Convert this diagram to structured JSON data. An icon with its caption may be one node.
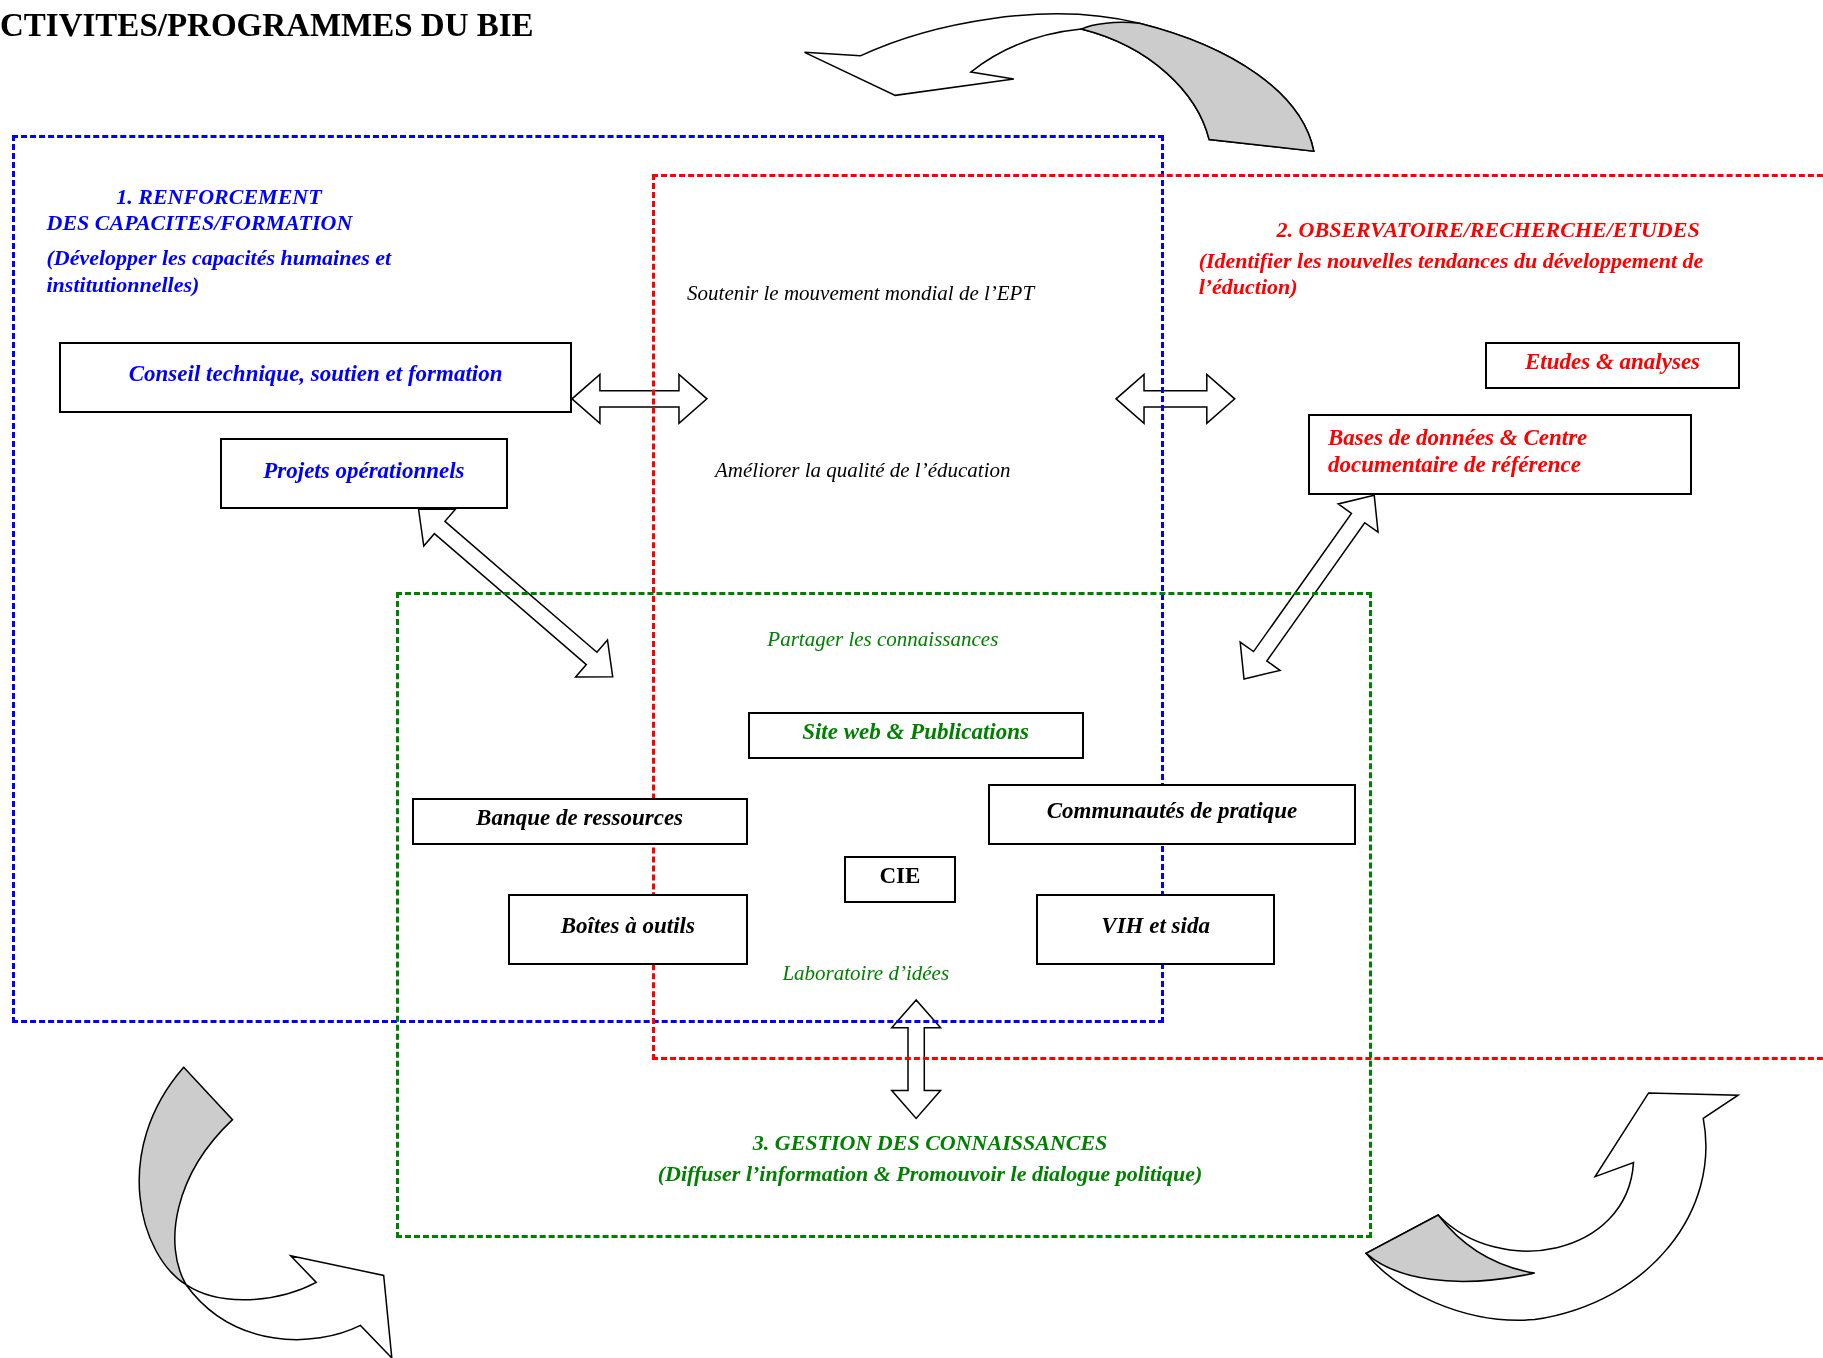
{
  "diagram": {
    "title": "CTIVITES/PROGRAMMES DU BIE",
    "nodes": [
      {
        "text": [
          "1. RENFORCEMENT DES CAPACITES/FORMATION",
          "(Développer les capacités humaines et institutionnelles)"
        ]
      },
      {
        "text": [
          "Conseil technique, soutien et formation"
        ],
        "in": 0
      },
      {
        "text": [
          "Projets opérationnels"
        ],
        "in": 0
      },
      {
        "text": [
          "2. OBSERVATOIRE/RECHERCHE/ETUDES",
          "(Identifier les nouvelles tendances du développement de l’éduction)"
        ]
      },
      {
        "text": [
          "Etudes & analyses"
        ],
        "in": 3
      },
      {
        "text": [
          "Bases de données & Centre documentaire de référence"
        ],
        "in": 3
      },
      {
        "text": [
          "3. GESTION DES CONNAISSANCES",
          "(Diffuser l’information & Promouvoir le dialogue politique)"
        ]
      },
      {
        "text": [
          "Site web & Publications"
        ]
      },
      {
        "text": [
          "Banque de ressources"
        ]
      },
      {
        "text": [
          "Communautés de pratique"
        ]
      },
      {
        "text": [
          "CIE"
        ]
      },
      {
        "text": [
          "Boîtes à outils"
        ]
      },
      {
        "text": [
          "VIH et sida"
        ]
      }
    ],
    "edges": [
      {
        "from": 1,
        "to": null,
        "arrow": "both"
      },
      {
        "from": 2,
        "to": 6,
        "arrow": "both"
      },
      {
        "from": 5,
        "to": 6,
        "arrow": "both"
      }
    ],
    "labels": [
      "Soutenir le mouvement mondial de l’EPT",
      "Améliorer la qualité de l’éducation",
      "Partager les connaissances",
      "Laboratoire d’idées"
    ]
  }
}
